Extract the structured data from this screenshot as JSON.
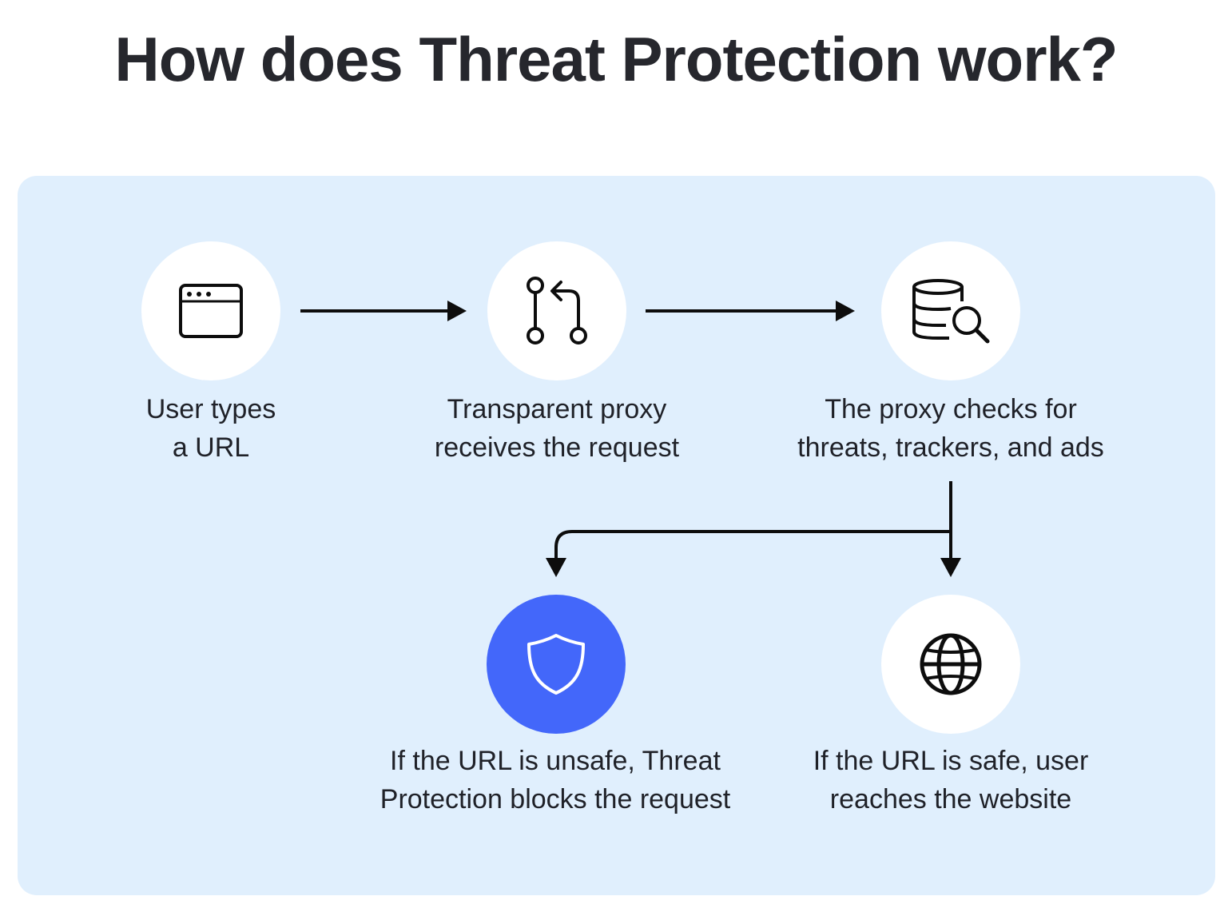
{
  "title": "How does Threat Protection work?",
  "colors": {
    "panel_background": "#e0effd",
    "accent": "#4367fa",
    "node_background": "#ffffff",
    "text": "#1f2128"
  },
  "steps": [
    {
      "icon": "browser-window-icon",
      "line1": "User types",
      "line2": "a URL"
    },
    {
      "icon": "git-pull-request-icon",
      "line1": "Transparent proxy",
      "line2": "receives the request"
    },
    {
      "icon": "database-search-icon",
      "line1": "The proxy checks for",
      "line2": "threats, trackers, and ads"
    }
  ],
  "outcomes": [
    {
      "icon": "shield-icon",
      "line1": "If the URL is unsafe, Threat",
      "line2": "Protection blocks the request"
    },
    {
      "icon": "globe-icon",
      "line1": "If the URL is safe, user",
      "line2": "reaches the website"
    }
  ]
}
